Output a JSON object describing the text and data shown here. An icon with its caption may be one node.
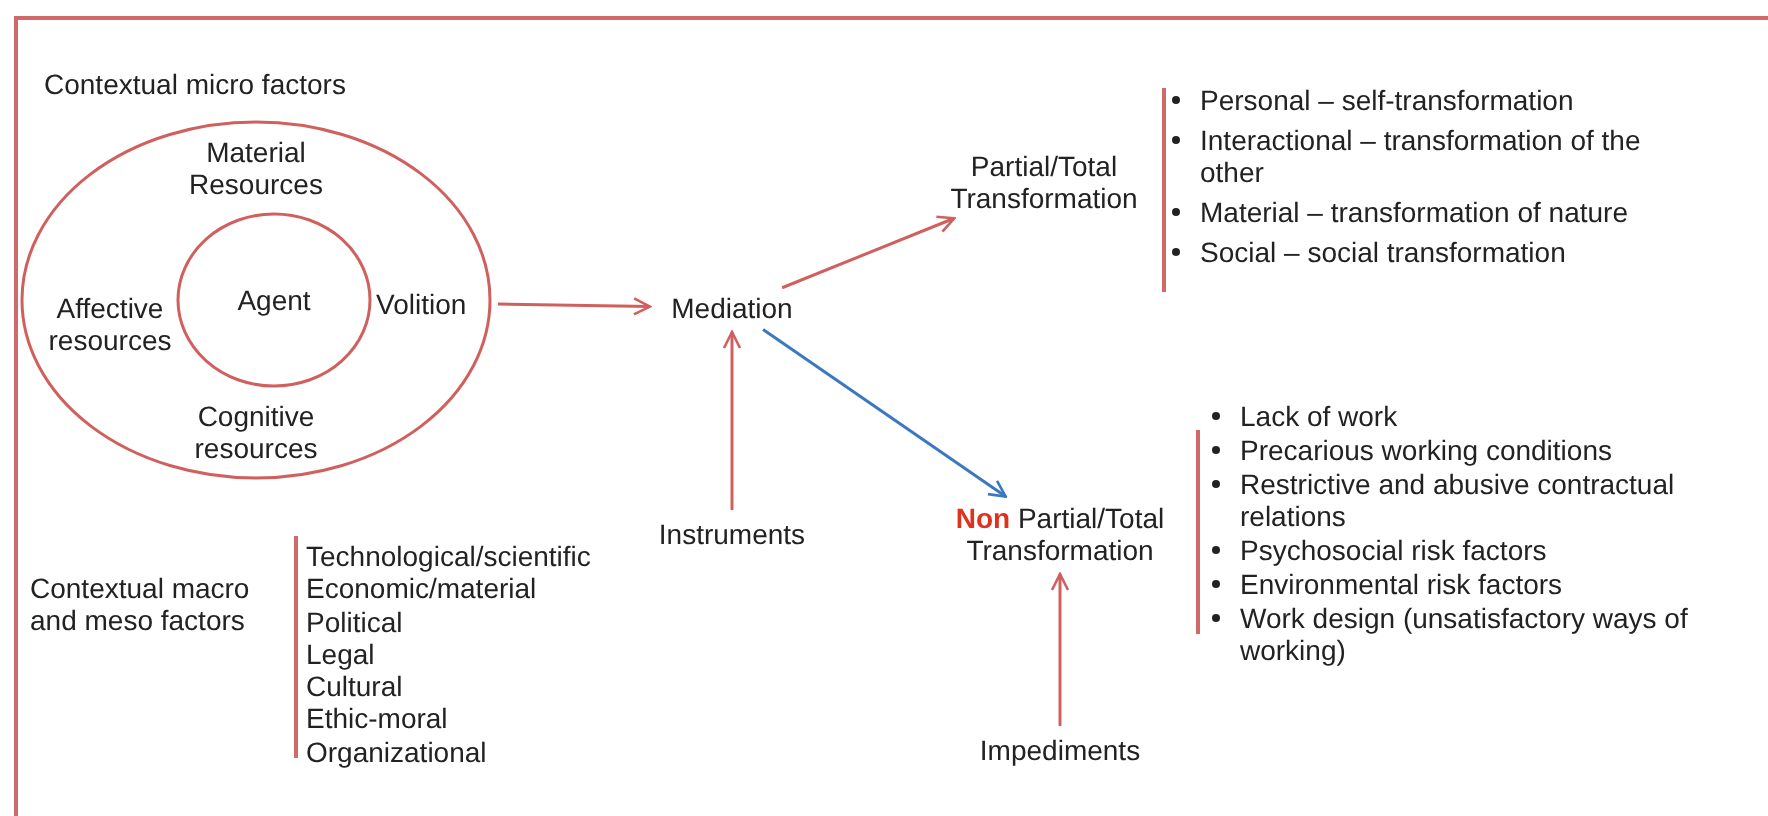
{
  "diagram": {
    "nodes": [
      {
        "text": [
          "Material Resources",
          "Affective resources",
          "Cognitive resources",
          "Volition"
        ]
      },
      {
        "text": [
          "Agent"
        ],
        "in": 0
      },
      {
        "text": [
          "Mediation"
        ]
      },
      {
        "text": [
          "Instruments"
        ]
      },
      {
        "text": [
          "Partial/Total Transformation"
        ]
      },
      {
        "text": [
          "**Non** Partial/Total Transformation"
        ]
      },
      {
        "text": [
          "Impediments"
        ]
      }
    ],
    "edges": [
      {
        "from": 0,
        "to": 2,
        "arrow": "to"
      },
      {
        "from": 2,
        "to": 4,
        "arrow": "to"
      },
      {
        "from": 2,
        "to": 5,
        "arrow": "to",
        "color": "#3b78c0"
      },
      {
        "from": 3,
        "to": 2,
        "arrow": "to"
      },
      {
        "from": 6,
        "to": 5,
        "arrow": "to"
      }
    ],
    "labels": [
      "Contextual micro factors",
      "Personal – self-transformation",
      "Interactional – transformation of the other",
      "Material – transformation of nature",
      "Social – social transformation",
      "Contextual macro and meso factors",
      "Technological/scientific",
      "Economic/material",
      "Political",
      "Legal",
      "Cultural",
      "Ethic-moral",
      "Organizational",
      "Lack of work",
      "Precarious working conditions",
      "Restrictive and abusive contractual relations",
      "Psychosocial risk factors",
      "Environmental risk factors",
      "Work design (unsatisfactory ways of working)"
    ]
  }
}
